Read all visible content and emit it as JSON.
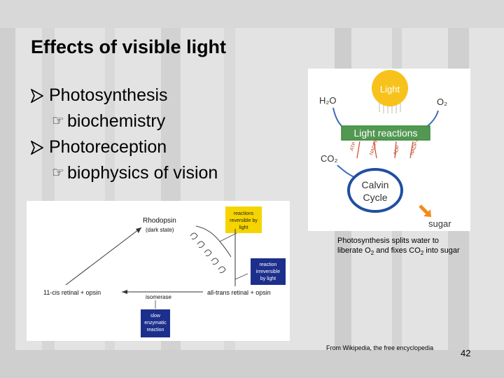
{
  "slide": {
    "title": "Effects of visible light",
    "page_number": "42"
  },
  "bullets": [
    {
      "label": "Photosynthesis",
      "sub": "biochemistry"
    },
    {
      "label": "Photoreception",
      "sub": "biophysics of vision"
    }
  ],
  "photosynthesis_diagram": {
    "light_label": "Light",
    "h2o_label": "H₂O",
    "o2_label": "O₂",
    "light_reactions_label": "Light reactions",
    "co2_label": "CO₂",
    "calvin_line1": "Calvin",
    "calvin_line2": "Cycle",
    "sugar_label": "sugar",
    "arrow_labels": [
      "ATP",
      "NADPH",
      "ADP",
      "NADP+"
    ],
    "colors": {
      "sun": "#f7c21b",
      "light_reactions_box": "#3a8a3a",
      "sugar_arrow": "#f08c1c",
      "calvin_ring": "#1f4fa0"
    }
  },
  "caption": {
    "pre": "Photosynthesis splits water to liberate O",
    "sub1": "2",
    "mid": " and fixes CO",
    "sub2": "2",
    "post": " into sugar"
  },
  "credit": "From Wikipedia, the free encyclopedia",
  "vision_diagram": {
    "rhodopsin": "Rhodopsin",
    "dark_state": "(dark state)",
    "cis_retinal": "11-cis retinal + opsin",
    "trans_retinal": "all-trans retinal + opsin",
    "isomerase": "isomerase",
    "reversible_box": [
      "reactions",
      "reversible by",
      "light"
    ],
    "irreversible_box": [
      "reaction",
      "irreversible",
      "by light"
    ],
    "slow_box": [
      "slow",
      "enzymatic",
      "reaction"
    ],
    "colors": {
      "yellow_box": "#f5d400",
      "blue_box": "#1d2f8c"
    }
  }
}
